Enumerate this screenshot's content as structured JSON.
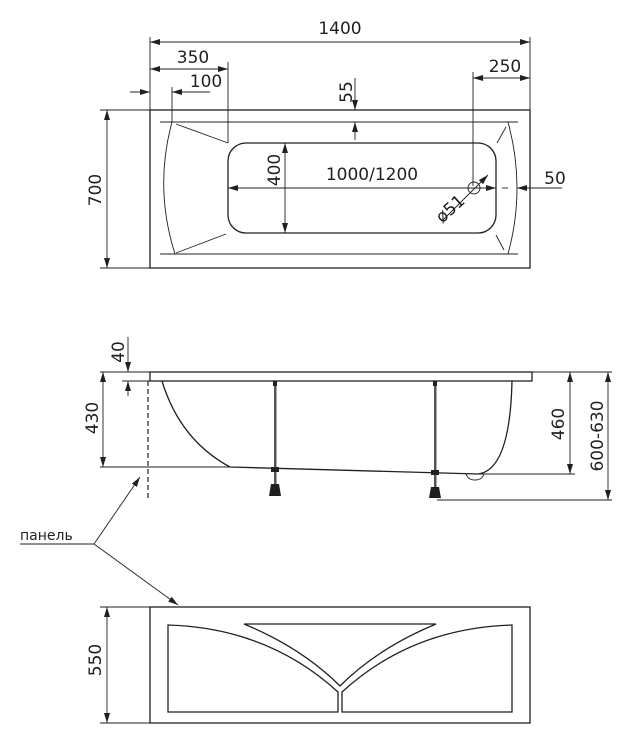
{
  "top_view": {
    "overall_length": "1400",
    "headrest_offset": "350",
    "edge_offset": "100",
    "drain_offset": "250",
    "rim_width": "55",
    "overall_width": "700",
    "bowl_width": "400",
    "bowl_length": "1000/1200",
    "end_offset": "50",
    "drain_diameter": "ø51"
  },
  "side_view": {
    "rim_thickness": "40",
    "depth": "430",
    "height": "460",
    "height_with_legs": "600-630"
  },
  "panel_view": {
    "label": "панель",
    "panel_height": "550"
  }
}
